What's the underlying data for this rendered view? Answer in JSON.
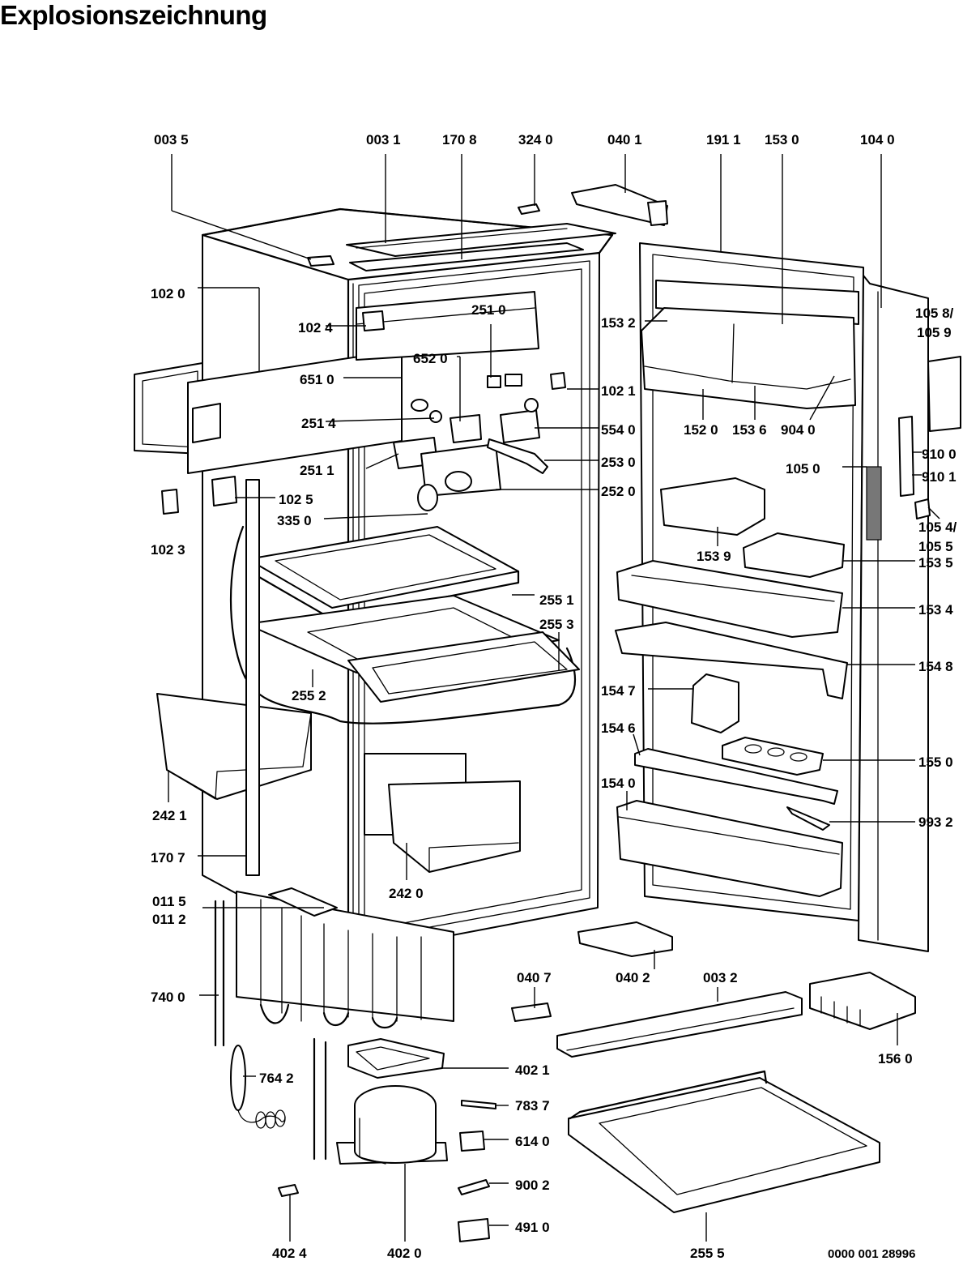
{
  "title": "Explosionszeichnung",
  "document_number": "0000 001 28996",
  "labels": {
    "l0035": "003 5",
    "l0031": "003 1",
    "l1708": "170 8",
    "l3240": "324 0",
    "l0401": "040 1",
    "l1911": "191 1",
    "l1530": "153 0",
    "l1040": "104 0",
    "l1020": "102 0",
    "l1024": "102 4",
    "l2510": "251 0",
    "l6520": "652 0",
    "l6510": "651 0",
    "l1021": "102 1",
    "l2514": "251 4",
    "l5540": "554 0",
    "l2511": "251 1",
    "l2530": "253 0",
    "l1025": "102 5",
    "l2520": "252 0",
    "l3350": "335 0",
    "l1023": "102 3",
    "l1532": "153 2",
    "l1520": "152 0",
    "l1536": "153 6",
    "l9040": "904 0",
    "l1058": "105 8/",
    "l1059": "105 9",
    "l9100": "910 0",
    "l9101": "910 1",
    "l1050": "105 0",
    "l1054": "105 4/",
    "l1055": "105 5",
    "l1539": "153 9",
    "l1535": "153 5",
    "l1534": "153 4",
    "l1548": "154 8",
    "l1547": "154 7",
    "l1546": "154 6",
    "l1550": "155 0",
    "l1540": "154 0",
    "l9932": "993 2",
    "l2551": "255 1",
    "l2553": "255 3",
    "l2552": "255 2",
    "l2421": "242 1",
    "l1707": "170 7",
    "l2420": "242 0",
    "l0115": "011 5",
    "l0112": "011 2",
    "l0407": "040 7",
    "l0402": "040 2",
    "l0032": "003 2",
    "l7400": "740 0",
    "l1560": "156 0",
    "l7642": "764 2",
    "l4021": "402 1",
    "l7837": "783 7",
    "l6140": "614 0",
    "l9002": "900 2",
    "l4910": "491 0",
    "l4024": "402 4",
    "l4020": "402 0",
    "l2555": "255 5"
  }
}
